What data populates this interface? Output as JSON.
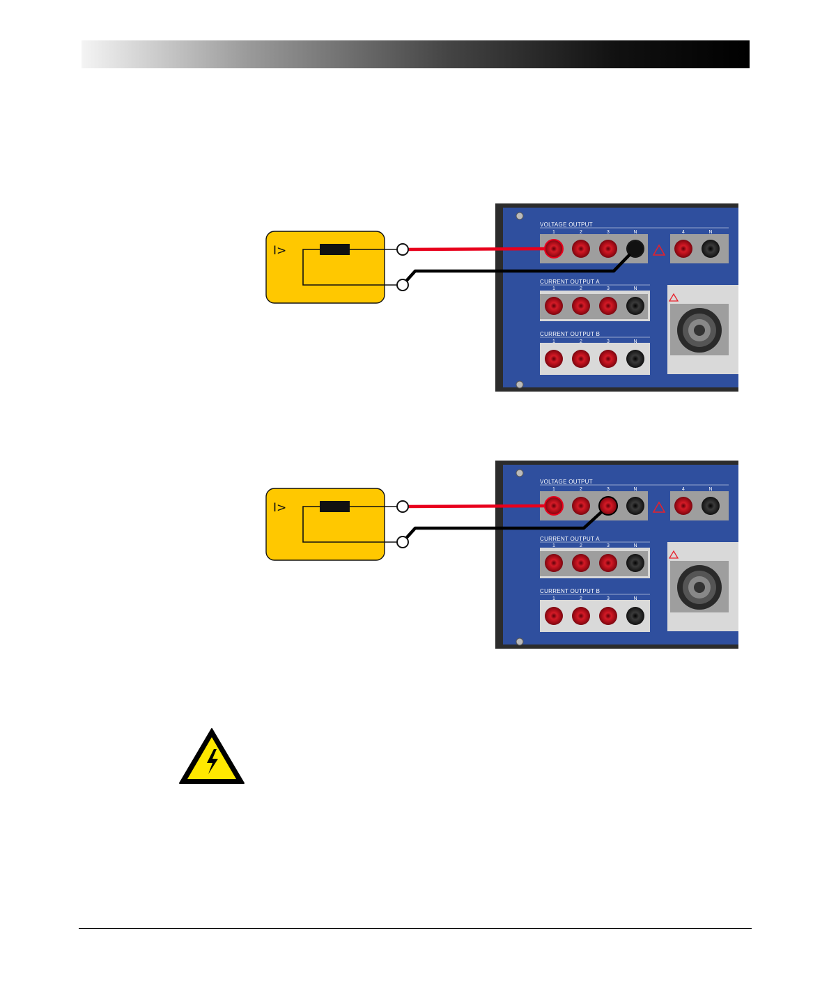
{
  "header": {
    "bar_gradient": [
      "#f4f4f4",
      "#000000"
    ]
  },
  "colors": {
    "relay_box": "#ffc800",
    "panel_blue": "#2f4f9e",
    "wire_red": "#e8001c",
    "wire_black": "#000000",
    "socket_red": "#c4141f",
    "socket_black": "#1a1a1a"
  },
  "figures": [
    {
      "relay": {
        "symbol": "I>"
      },
      "panel": {
        "voltage_label": "VOLTAGE OUTPUT",
        "voltage_sockets": [
          "1",
          "2",
          "3",
          "N"
        ],
        "aux_sockets": [
          "4",
          "N"
        ],
        "current_a_label": "CURRENT OUTPUT A",
        "current_a_sockets": [
          "1",
          "2",
          "3",
          "N"
        ],
        "current_b_label": "CURRENT OUTPUT B",
        "current_b_sockets": [
          "1",
          "2",
          "3",
          "N"
        ]
      },
      "wiring": {
        "red_to": "1",
        "black_to": "N"
      }
    },
    {
      "relay": {
        "symbol": "I>"
      },
      "panel": {
        "voltage_label": "VOLTAGE OUTPUT",
        "voltage_sockets": [
          "1",
          "2",
          "3",
          "N"
        ],
        "aux_sockets": [
          "4",
          "N"
        ],
        "current_a_label": "CURRENT OUTPUT A",
        "current_a_sockets": [
          "1",
          "2",
          "3",
          "N"
        ],
        "current_b_label": "CURRENT OUTPUT B",
        "current_b_sockets": [
          "1",
          "2",
          "3",
          "N"
        ]
      },
      "wiring": {
        "red_to": "1",
        "black_to": "3"
      }
    }
  ],
  "warning": {
    "icon": "electrical-hazard-icon"
  }
}
